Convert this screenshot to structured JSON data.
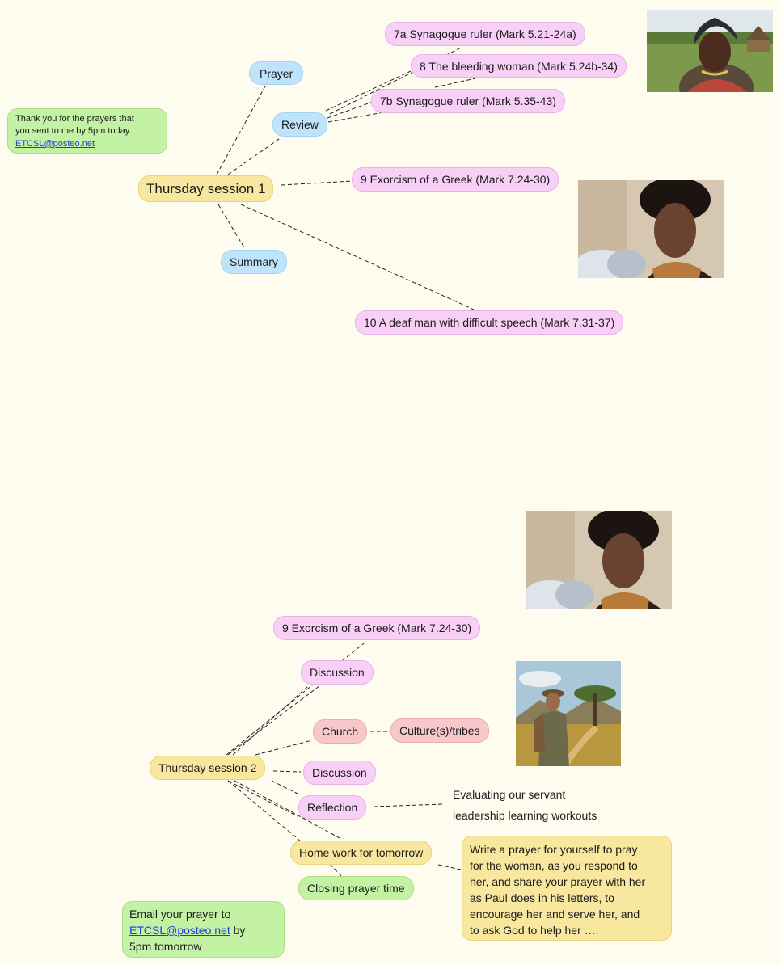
{
  "session1": {
    "root": "Thursday session 1",
    "prayer": "Prayer",
    "review": "Review",
    "summary": "Summary",
    "n7a": "7a Synagogue ruler (Mark 5.21-24a)",
    "n8": "8 The bleeding woman (Mark 5.24b-34)",
    "n7b": "7b Synagogue ruler (Mark 5.35-43)",
    "n9": "9 Exorcism of a Greek (Mark 7.24-30)",
    "n10": "10 A deaf man with difficult speech (Mark 7.31-37)",
    "note": {
      "line1": "Thank you for the prayers that",
      "line2": "you sent to me by 5pm today.",
      "email": "ETCSL@posteo.net"
    }
  },
  "session2": {
    "root": "Thursday session 2",
    "n9": "9 Exorcism of a Greek (Mark 7.24-30)",
    "discussion1": "Discussion",
    "church": "Church",
    "culture": "Culture(s)/tribes",
    "discussion2": "Discussion",
    "reflection": "Reflection",
    "reflection_note_line1": "Evaluating our servant",
    "reflection_note_line2": "leadership learning workouts",
    "homework": "Home work for tomorrow",
    "closing": "Closing prayer time",
    "homework_note": {
      "lines": [
        "Write a prayer for yourself to pray",
        "for the woman, as you respond to",
        "her, and share your prayer with her",
        "as Paul does in his letters, to",
        "encourage her and serve her, and",
        "to ask God to help her …."
      ]
    },
    "email_note": {
      "prefix": "Email your prayer to",
      "email": "ETCSL@posteo.net",
      "suffix": " by",
      "line3": "5pm tomorrow"
    }
  },
  "colors": {
    "background": "#fefcef",
    "blue_node": "#bfe3fa",
    "pink_node": "#f8cff6",
    "yellow_node": "#f8e79e",
    "rose_node": "#f7c7c9",
    "green_note": "#c4f2a4",
    "link": "#1f3bd8",
    "connector": "#222222"
  },
  "images": {
    "photo1": "photo-elderly-woman-headscarf",
    "photo2": "photo-woman-curly-hair",
    "photo3": "photo-woman-curly-hair",
    "photo4": "painting-man-with-hat-savanna"
  }
}
